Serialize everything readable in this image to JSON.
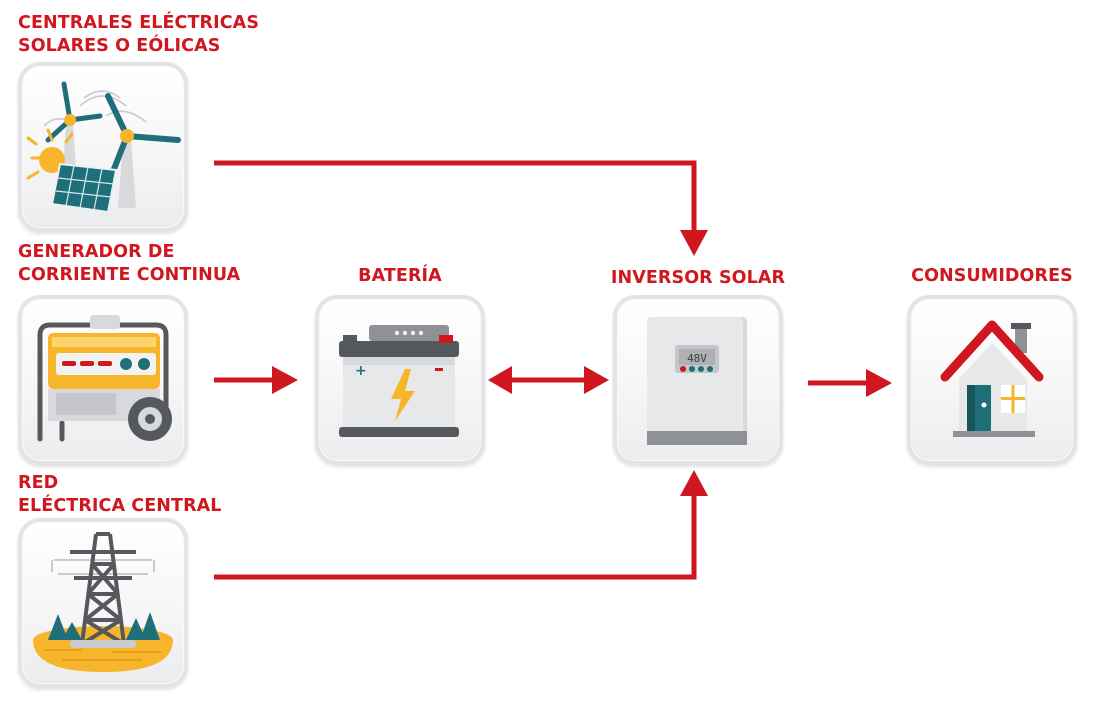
{
  "diagram": {
    "nodes": {
      "renewables": {
        "label_lines": [
          "CENTRALES ELÉCTRICAS",
          "SOLARES O EÓLICAS"
        ]
      },
      "dc_generator": {
        "label_lines": [
          "GENERADOR DE",
          "CORRIENTE CONTINUA"
        ]
      },
      "grid": {
        "label_lines": [
          "RED",
          "ELÉCTRICA CENTRAL"
        ]
      },
      "battery": {
        "label": "BATERÍA"
      },
      "inverter": {
        "label": "INVERSOR SOLAR",
        "display": "48V"
      },
      "consumers": {
        "label": "CONSUMIDORES"
      }
    },
    "edges": [
      {
        "from": "renewables",
        "to": "inverter",
        "type": "one-way"
      },
      {
        "from": "dc_generator",
        "to": "battery",
        "type": "one-way"
      },
      {
        "from": "battery",
        "to": "inverter",
        "type": "two-way"
      },
      {
        "from": "grid",
        "to": "inverter",
        "type": "one-way"
      },
      {
        "from": "inverter",
        "to": "consumers",
        "type": "one-way"
      }
    ],
    "colors": {
      "accent": "#d0161e",
      "card_border": "#e3e4e6",
      "teal": "#1e6f7a",
      "yellow": "#f7b52c",
      "gray": "#8e9296"
    }
  }
}
